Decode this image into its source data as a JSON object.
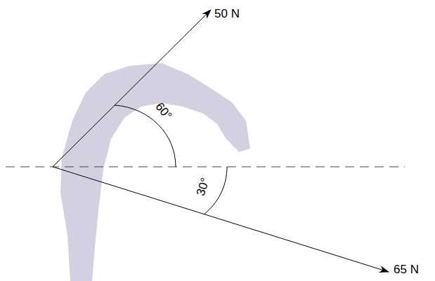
{
  "diagram": {
    "labels": [
      "50 N",
      "65 N",
      "60°",
      "30°"
    ]
  }
}
